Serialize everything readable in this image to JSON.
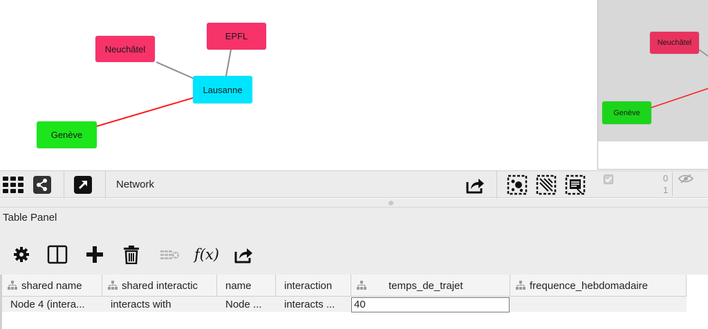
{
  "network": {
    "nodes": [
      {
        "id": "neuchatel",
        "label": "Neuchâtel",
        "color": "#f7336a"
      },
      {
        "id": "epfl",
        "label": "EPFL",
        "color": "#f7336a"
      },
      {
        "id": "lausanne",
        "label": "Lausanne",
        "color": "#00e5ff"
      },
      {
        "id": "geneve",
        "label": "Genève",
        "color": "#1ce51c"
      }
    ],
    "edges": [
      {
        "from": "neuchatel",
        "to": "lausanne",
        "color": "#8a8a8a"
      },
      {
        "from": "epfl",
        "to": "lausanne",
        "color": "#8a8a8a"
      },
      {
        "from": "geneve",
        "to": "lausanne",
        "color": "#ff1a1a"
      }
    ]
  },
  "overview": {
    "nodes": [
      {
        "label": "Neuchâtel",
        "color": "#e8335f"
      },
      {
        "label": "Genève",
        "color": "#1cd41c"
      }
    ]
  },
  "network_toolbar": {
    "title": "Network",
    "icons": [
      "grid-icon",
      "share-icon",
      "expand-icon",
      "export-icon",
      "select-nodes-icon",
      "select-edges-icon",
      "select-all-icon"
    ]
  },
  "status": {
    "top_count": "0",
    "bottom_count": "1"
  },
  "table_panel": {
    "title": "Table Panel",
    "toolbar": {
      "fx_label": "f(x)"
    },
    "columns": [
      "shared name",
      "shared interactic",
      "name",
      "interaction",
      "temps_de_trajet",
      "frequence_hebdomadaire"
    ],
    "rows": [
      {
        "shared_name": "Node 4 (intera...",
        "shared_interaction": "interacts with",
        "name": "Node ...",
        "interaction": "interacts ...",
        "temps_de_trajet": "40",
        "frequence_hebdomadaire": ""
      }
    ]
  },
  "colors": {
    "accent_red": "#f7336a",
    "accent_cyan": "#00e5ff",
    "accent_green": "#1ce51c"
  }
}
